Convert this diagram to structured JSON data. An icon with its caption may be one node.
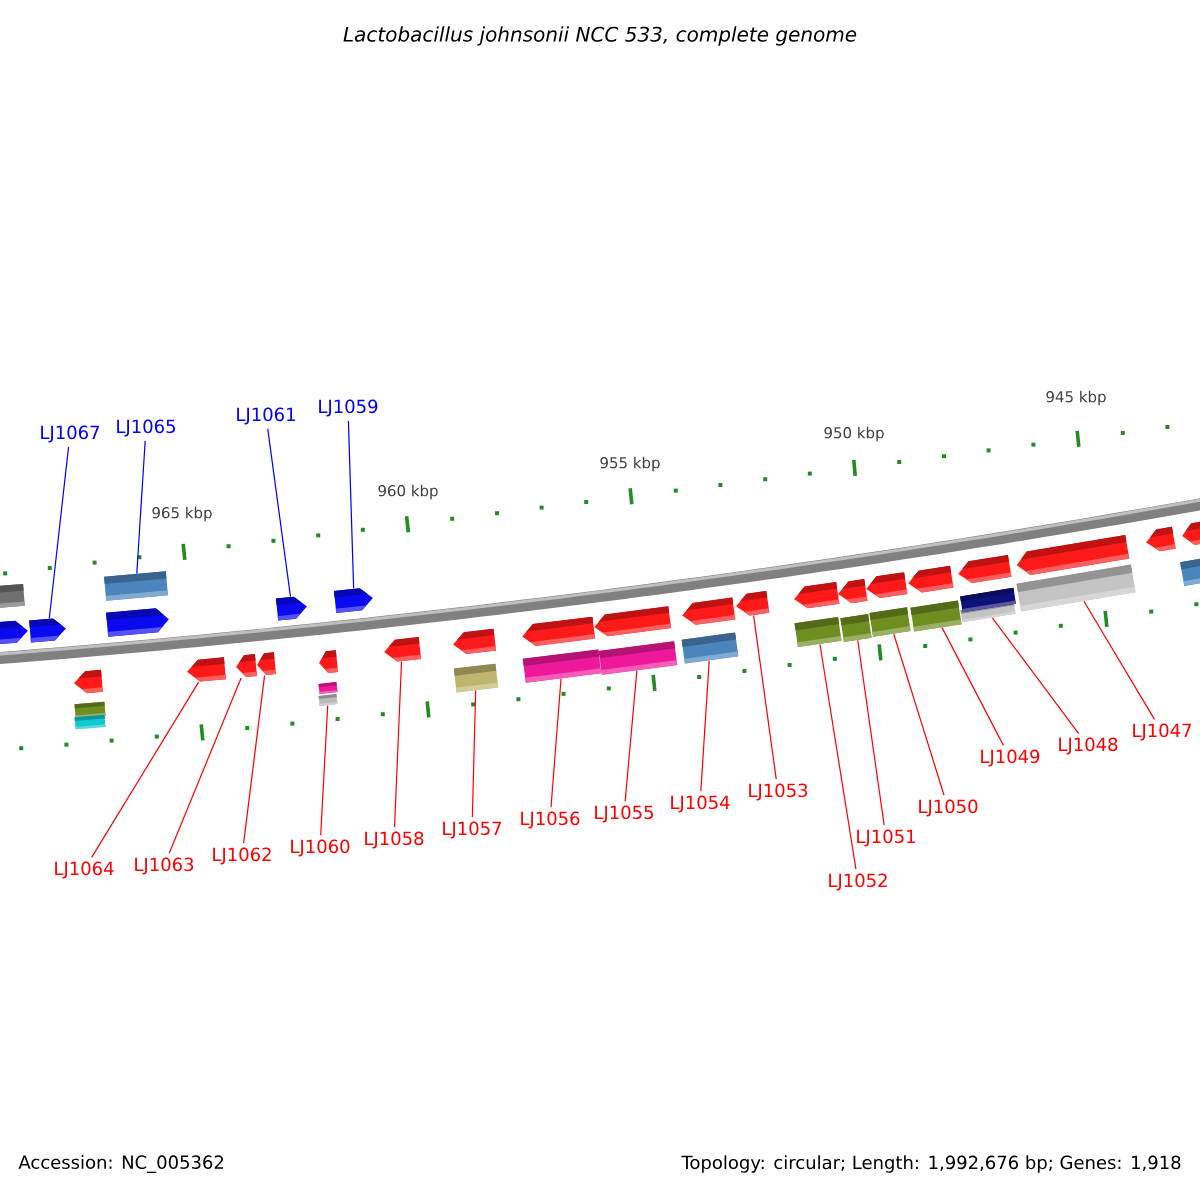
{
  "diagram": {
    "title": "Lactobacillus johnsonii NCC 533, complete genome",
    "nodes": [
      {
        "text": [
          "LJ1067"
        ]
      },
      {
        "text": [],
        "shape": "arrow"
      },
      {
        "text": [
          "LJ1065"
        ]
      },
      {
        "text": [],
        "shape": "bar"
      },
      {
        "text": [
          "LJ1061"
        ]
      },
      {
        "text": [],
        "shape": "arrow"
      },
      {
        "text": [
          "LJ1059"
        ]
      },
      {
        "text": [],
        "shape": "arrow"
      },
      {
        "text": [
          "LJ1064"
        ]
      },
      {
        "text": [],
        "shape": "arrow"
      },
      {
        "text": [
          "LJ1063"
        ]
      },
      {
        "text": [],
        "shape": "arrow"
      },
      {
        "text": [
          "LJ1062"
        ]
      },
      {
        "text": [],
        "shape": "arrow"
      },
      {
        "text": [
          "LJ1060"
        ]
      },
      {
        "text": [],
        "shape": "bar"
      },
      {
        "text": [
          "LJ1058"
        ]
      },
      {
        "text": [],
        "shape": "arrow"
      },
      {
        "text": [
          "LJ1057"
        ]
      },
      {
        "text": [],
        "shape": "bar"
      },
      {
        "text": [
          "LJ1056"
        ]
      },
      {
        "text": [],
        "shape": "bar"
      },
      {
        "text": [
          "LJ1055"
        ]
      },
      {
        "text": [],
        "shape": "bar"
      },
      {
        "text": [
          "LJ1054"
        ]
      },
      {
        "text": [],
        "shape": "bar"
      },
      {
        "text": [
          "LJ1053"
        ]
      },
      {
        "text": [],
        "shape": "arrow"
      },
      {
        "text": [
          "LJ1052"
        ]
      },
      {
        "text": [],
        "shape": "bar"
      },
      {
        "text": [
          "LJ1051"
        ]
      },
      {
        "text": [],
        "shape": "bar"
      },
      {
        "text": [
          "LJ1050"
        ]
      },
      {
        "text": [],
        "shape": "bar"
      },
      {
        "text": [
          "LJ1049"
        ]
      },
      {
        "text": [],
        "shape": "bar"
      },
      {
        "text": [
          "LJ1048"
        ]
      },
      {
        "text": [],
        "shape": "bar"
      },
      {
        "text": [
          "LJ1047"
        ]
      },
      {
        "text": [],
        "shape": "bar"
      },
      {
        "text": [],
        "shape": "arrow"
      },
      {
        "text": [],
        "shape": "bar"
      },
      {
        "text": [],
        "shape": "arrow"
      },
      {
        "text": [],
        "shape": "arrow"
      },
      {
        "text": [],
        "shape": "bar"
      },
      {
        "text": [],
        "shape": "bar"
      },
      {
        "text": [],
        "shape": "arrow"
      },
      {
        "text": [],
        "shape": "bar"
      },
      {
        "text": [],
        "shape": "arrow"
      },
      {
        "text": [],
        "shape": "arrow"
      },
      {
        "text": [],
        "shape": "arrow"
      },
      {
        "text": [],
        "shape": "arrow"
      },
      {
        "text": [],
        "shape": "arrow"
      },
      {
        "text": [],
        "shape": "arrow"
      },
      {
        "text": [],
        "shape": "arrow"
      },
      {
        "text": [],
        "shape": "arrow"
      },
      {
        "text": [],
        "shape": "arrow"
      },
      {
        "text": [],
        "shape": "bar"
      },
      {
        "text": [],
        "shape": "arrow"
      },
      {
        "text": [],
        "shape": "arrow"
      },
      {
        "text": [],
        "shape": "arrow"
      },
      {
        "text": [],
        "shape": "bar"
      }
    ],
    "edges": [
      {
        "from": 0,
        "to": 1,
        "arrow": "none",
        "color": "#0000ff"
      },
      {
        "from": 2,
        "to": 3,
        "arrow": "none",
        "color": "#0000ff"
      },
      {
        "from": 4,
        "to": 5,
        "arrow": "none",
        "color": "#0000ff"
      },
      {
        "from": 6,
        "to": 7,
        "arrow": "none",
        "color": "#0000ff"
      },
      {
        "from": 8,
        "to": 9,
        "arrow": "none"
      },
      {
        "from": 10,
        "to": 11,
        "arrow": "none"
      },
      {
        "from": 12,
        "to": 13,
        "arrow": "none"
      },
      {
        "from": 14,
        "to": 15,
        "arrow": "none"
      },
      {
        "from": 16,
        "to": 17,
        "arrow": "none"
      },
      {
        "from": 18,
        "to": 19,
        "arrow": "none"
      },
      {
        "from": 20,
        "to": 21,
        "arrow": "none"
      },
      {
        "from": 22,
        "to": 23,
        "arrow": "none"
      },
      {
        "from": 24,
        "to": 25,
        "arrow": "none"
      },
      {
        "from": 26,
        "to": 27,
        "arrow": "none"
      },
      {
        "from": 28,
        "to": 29,
        "arrow": "none"
      },
      {
        "from": 30,
        "to": 31,
        "arrow": "none"
      },
      {
        "from": 32,
        "to": 33,
        "arrow": "none"
      },
      {
        "from": 34,
        "to": 35,
        "arrow": "none"
      },
      {
        "from": 36,
        "to": 37,
        "arrow": "none"
      },
      {
        "from": 38,
        "to": 39,
        "arrow": "none"
      }
    ],
    "labels": [
      "945 kbp",
      "950 kbp",
      "955 kbp",
      "960 kbp",
      "965 kbp",
      "Accession: NC_005362",
      "Topology: circular; Length: 1,992,676 bp; Genes: 1,918"
    ]
  }
}
